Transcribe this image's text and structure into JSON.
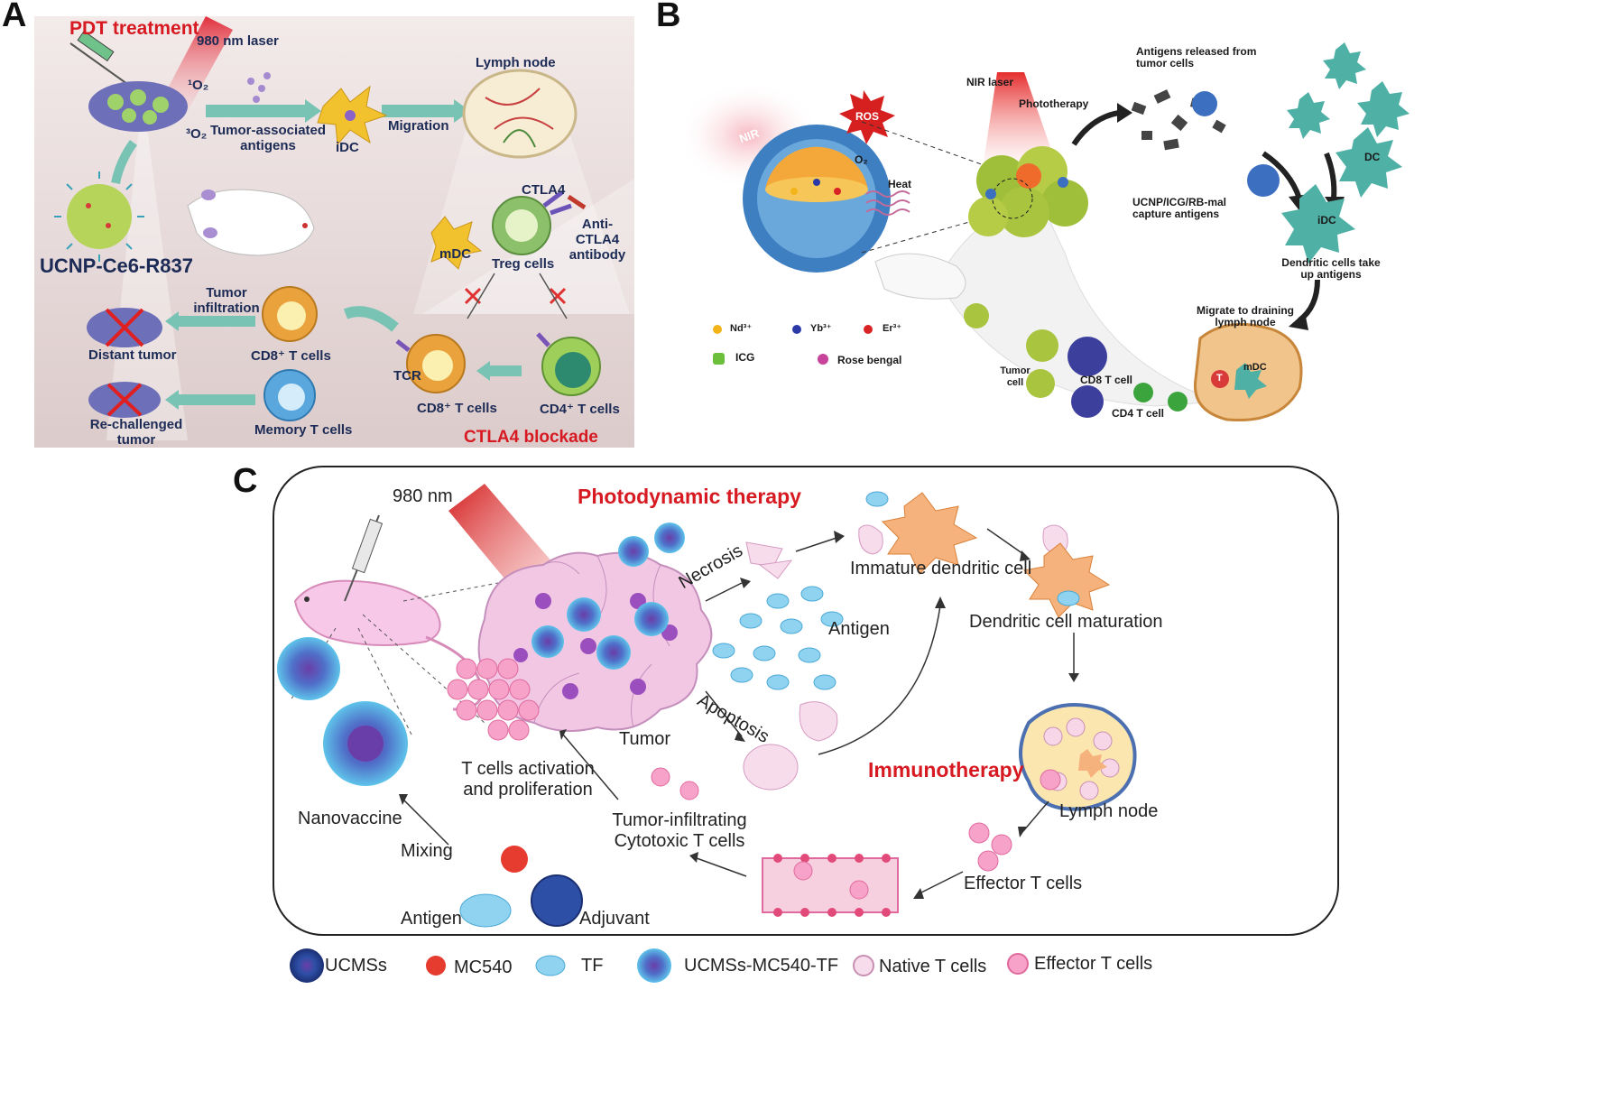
{
  "panels": {
    "a": "A",
    "b": "B",
    "c": "C"
  },
  "panel_a": {
    "pdt_treatment": "PDT treatment",
    "laser": "980 nm laser",
    "singlet_oxygen": "¹O₂",
    "triplet_oxygen": "³O₂",
    "tumor_antigens": "Tumor-associated\nantigens",
    "idc": "iDC",
    "migration": "Migration",
    "lymph_node": "Lymph node",
    "ctla4": "CTLA4",
    "anti_ctla4": "Anti-CTLA4\nantibody",
    "mdc": "mDC",
    "treg": "Treg cells",
    "ucnp": "UCNP-Ce6-R837",
    "tumor_infiltration": "Tumor\ninfiltration",
    "distant_tumor": "Distant tumor",
    "cd8_top": "CD8⁺ T cells",
    "memory": "Memory T cells",
    "rechallenged": "Re-challenged\ntumor",
    "tcr": "TCR",
    "cd8_bottom": "CD8⁺ T cells",
    "cd4": "CD4⁺ T cells",
    "ctla4_blockade": "CTLA4 blockade",
    "colors": {
      "title_red": "#d71a21",
      "navy": "#1c2b55",
      "bg": "#ece0e0"
    }
  },
  "panel_b": {
    "nir": "NIR",
    "ros": "ROS",
    "o2": "O₂",
    "heat": "Heat",
    "nir_laser": "NIR laser",
    "phototherapy": "Phototherapy",
    "antigens_released": "Antigens released from\ntumor cells",
    "capture": "UCNP/ICG/RB-mal\ncapture antigens",
    "dc": "DC",
    "idc": "iDC",
    "dc_take_up": "Dendritic cells take\nup antigens",
    "migrate": "Migrate to draining\nlymph node",
    "t": "T",
    "mdc": "mDC",
    "tumor_cell": "Tumor\ncell",
    "cd8": "CD8 T cell",
    "cd4": "CD4 T cell",
    "legend": [
      {
        "label": "Nd³⁺",
        "color": "#f2b418"
      },
      {
        "label": "Yb³⁺",
        "color": "#2b3aa6"
      },
      {
        "label": "Er³⁺",
        "color": "#d82424"
      },
      {
        "label": "ICG",
        "color": "#6cbf3a"
      },
      {
        "label": "Rose bengal",
        "color": "#c8439a"
      }
    ]
  },
  "panel_c": {
    "laser": "980 nm",
    "pdt": "Photodynamic therapy",
    "necrosis": "Necrosis",
    "apoptosis": "Apoptosis",
    "immature_dc": "Immature dendritic cell",
    "antigen": "Antigen",
    "dc_maturation": "Dendritic cell maturation",
    "tumor": "Tumor",
    "immunotherapy": "Immunotherapy",
    "t_activation": "T cells activation\nand proliferation",
    "nanovaccine": "Nanovaccine",
    "lymph_node": "Lymph node",
    "til": "Tumor-infiltrating\nCytotoxic T cells",
    "mixing": "Mixing",
    "effector": "Effector T cells",
    "antigen_bottom": "Antigen",
    "adjuvant": "Adjuvant",
    "legend": [
      {
        "label": "UCMSs",
        "icon": "ucms-icon"
      },
      {
        "label": "MC540",
        "icon": "mc540-icon"
      },
      {
        "label": "TF",
        "icon": "tf-icon"
      },
      {
        "label": "UCMSs-MC540-TF",
        "icon": "ucms-mc540-tf-icon"
      },
      {
        "label": "Native T cells",
        "icon": "native-t-cell-icon"
      },
      {
        "label": "Effector T cells",
        "icon": "effector-t-cell-icon"
      }
    ]
  }
}
